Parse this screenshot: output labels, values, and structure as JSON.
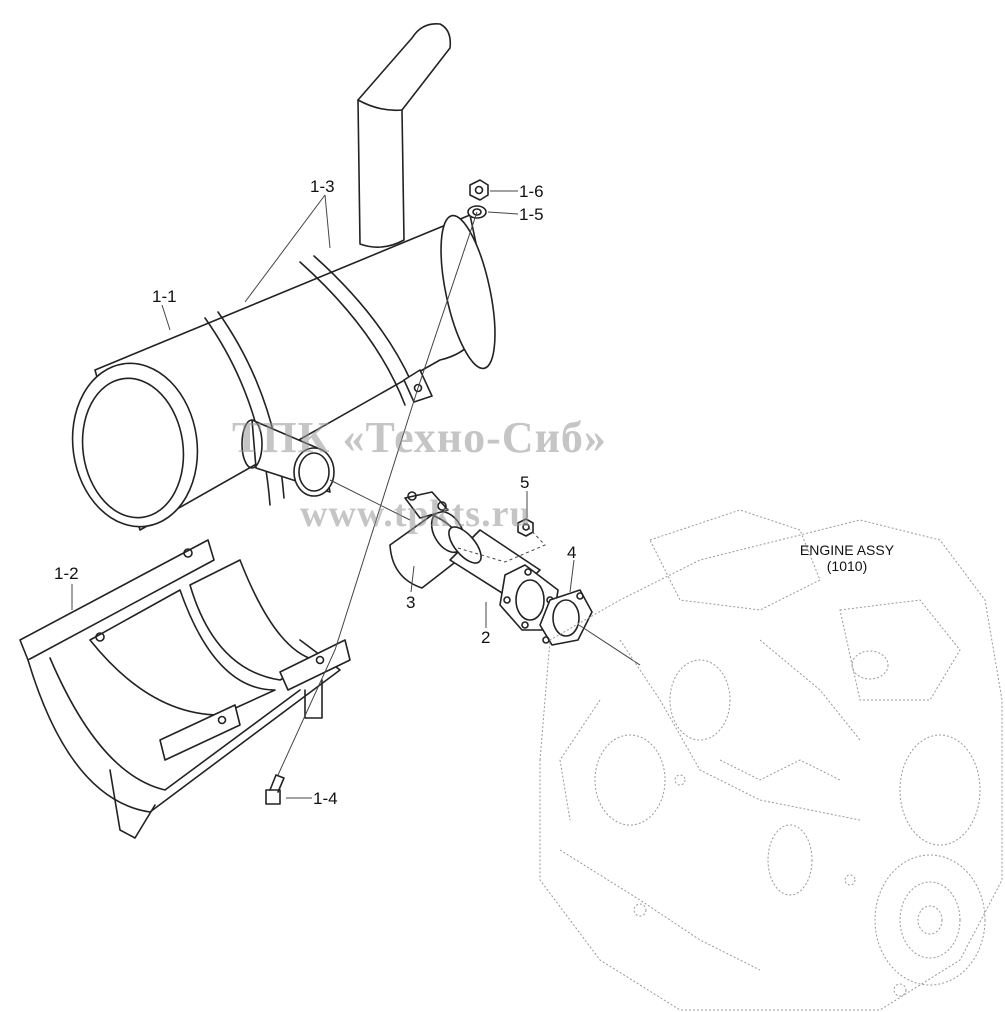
{
  "labels": {
    "p1_1": "1-1",
    "p1_2": "1-2",
    "p1_3": "1-3",
    "p1_4": "1-4",
    "p1_5": "1-5",
    "p1_6": "1-6",
    "p2": "2",
    "p3": "3",
    "p4": "4",
    "p5": "5"
  },
  "engine": {
    "line1": "ENGINE ASSY",
    "line2": "(1010)"
  },
  "watermark": {
    "line1": "ТПК «Техно-Сиб»",
    "line2": "www.tpkts.ru"
  }
}
